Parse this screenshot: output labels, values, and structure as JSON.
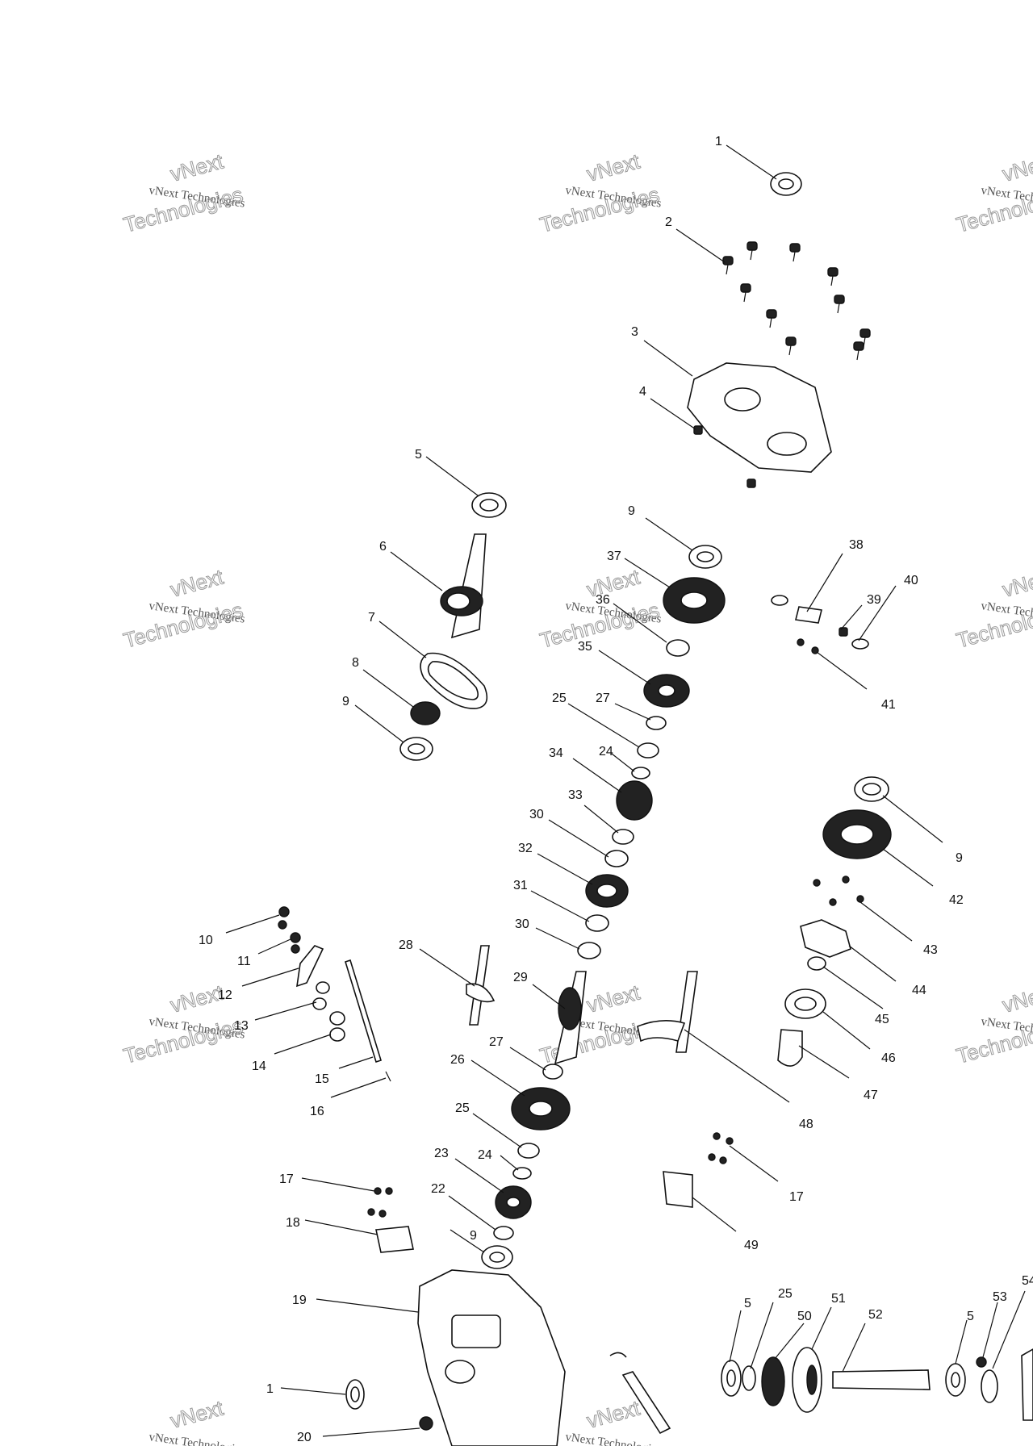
{
  "watermark": {
    "line1": "vNext Technologies",
    "line2": "Technologies",
    "top": "vNext"
  },
  "callouts": [
    {
      "id": "c1a",
      "label": "1"
    },
    {
      "id": "c2",
      "label": "2"
    },
    {
      "id": "c3",
      "label": "3"
    },
    {
      "id": "c4",
      "label": "4"
    },
    {
      "id": "c5a",
      "label": "5"
    },
    {
      "id": "c6",
      "label": "6"
    },
    {
      "id": "c7",
      "label": "7"
    },
    {
      "id": "c8",
      "label": "8"
    },
    {
      "id": "c9a",
      "label": "9"
    },
    {
      "id": "c9b",
      "label": "9"
    },
    {
      "id": "c9c",
      "label": "9"
    },
    {
      "id": "c9d",
      "label": "9"
    },
    {
      "id": "c10",
      "label": "10"
    },
    {
      "id": "c11",
      "label": "11"
    },
    {
      "id": "c12",
      "label": "12"
    },
    {
      "id": "c13",
      "label": "13"
    },
    {
      "id": "c14",
      "label": "14"
    },
    {
      "id": "c15",
      "label": "15"
    },
    {
      "id": "c16",
      "label": "16"
    },
    {
      "id": "c17a",
      "label": "17"
    },
    {
      "id": "c17b",
      "label": "17"
    },
    {
      "id": "c18",
      "label": "18"
    },
    {
      "id": "c19",
      "label": "19"
    },
    {
      "id": "c1b",
      "label": "1"
    },
    {
      "id": "c20",
      "label": "20"
    },
    {
      "id": "c22",
      "label": "22"
    },
    {
      "id": "c23",
      "label": "23"
    },
    {
      "id": "c24a",
      "label": "24"
    },
    {
      "id": "c24b",
      "label": "24"
    },
    {
      "id": "c25a",
      "label": "25"
    },
    {
      "id": "c25b",
      "label": "25"
    },
    {
      "id": "c25c",
      "label": "25"
    },
    {
      "id": "c26",
      "label": "26"
    },
    {
      "id": "c27a",
      "label": "27"
    },
    {
      "id": "c27b",
      "label": "27"
    },
    {
      "id": "c28",
      "label": "28"
    },
    {
      "id": "c29",
      "label": "29"
    },
    {
      "id": "c30a",
      "label": "30"
    },
    {
      "id": "c30b",
      "label": "30"
    },
    {
      "id": "c31",
      "label": "31"
    },
    {
      "id": "c32",
      "label": "32"
    },
    {
      "id": "c33",
      "label": "33"
    },
    {
      "id": "c34",
      "label": "34"
    },
    {
      "id": "c35",
      "label": "35"
    },
    {
      "id": "c36",
      "label": "36"
    },
    {
      "id": "c37",
      "label": "37"
    },
    {
      "id": "c38",
      "label": "38"
    },
    {
      "id": "c39",
      "label": "39"
    },
    {
      "id": "c40",
      "label": "40"
    },
    {
      "id": "c41",
      "label": "41"
    },
    {
      "id": "c42",
      "label": "42"
    },
    {
      "id": "c43",
      "label": "43"
    },
    {
      "id": "c44",
      "label": "44"
    },
    {
      "id": "c45",
      "label": "45"
    },
    {
      "id": "c46",
      "label": "46"
    },
    {
      "id": "c47",
      "label": "47"
    },
    {
      "id": "c48",
      "label": "48"
    },
    {
      "id": "c49",
      "label": "49"
    },
    {
      "id": "c5b",
      "label": "5"
    },
    {
      "id": "c25d",
      "label": "25"
    },
    {
      "id": "c50",
      "label": "50"
    },
    {
      "id": "c51",
      "label": "51"
    },
    {
      "id": "c52",
      "label": "52"
    },
    {
      "id": "c5c",
      "label": "5"
    },
    {
      "id": "c53",
      "label": "53"
    },
    {
      "id": "c54",
      "label": "54"
    }
  ]
}
